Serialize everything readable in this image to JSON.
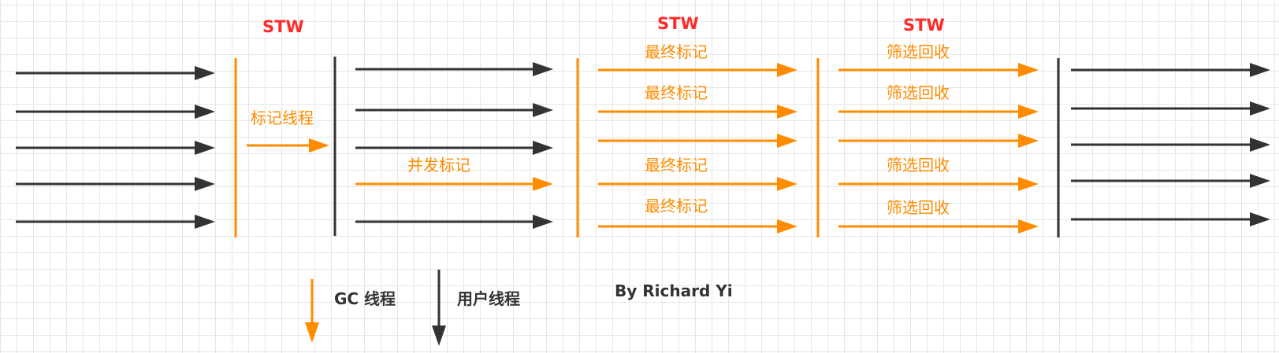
{
  "colors": {
    "gc": "#ff8c00",
    "user": "#333333",
    "stw": "#ff2a2a",
    "grid": "#e6e6e6"
  },
  "phases": {
    "initial_mark": {
      "stw": "STW",
      "label": "标记线程"
    },
    "concurrent_mark": {
      "label": "并发标记"
    },
    "remark": {
      "stw": "STW",
      "labels": [
        "最终标记",
        "最终标记",
        "最终标记",
        "最终标记"
      ]
    },
    "cleanup": {
      "stw": "STW",
      "labels": [
        "筛选回收",
        "筛选回收",
        "筛选回收",
        "筛选回收"
      ]
    }
  },
  "legend": {
    "gc": "GC 线程",
    "user": "用户线程"
  },
  "author": "By Richard  Yi"
}
